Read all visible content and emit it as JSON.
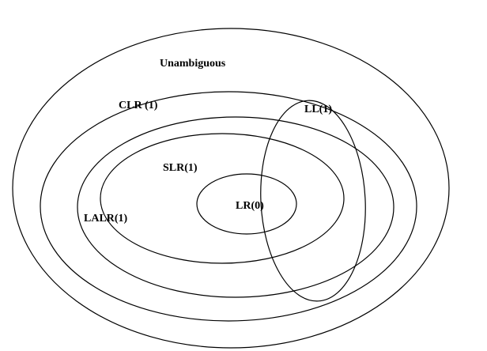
{
  "labels": {
    "unambiguous": "Unambiguous",
    "clr1": "CLR (1)",
    "ll1": "LL(1)",
    "slr1": "SLR(1)",
    "lalr1": "LALR(1)",
    "lr0": "LR(0)"
  },
  "colors": {
    "background": "#ffffff",
    "stroke": "#000000",
    "text": "#000000"
  }
}
